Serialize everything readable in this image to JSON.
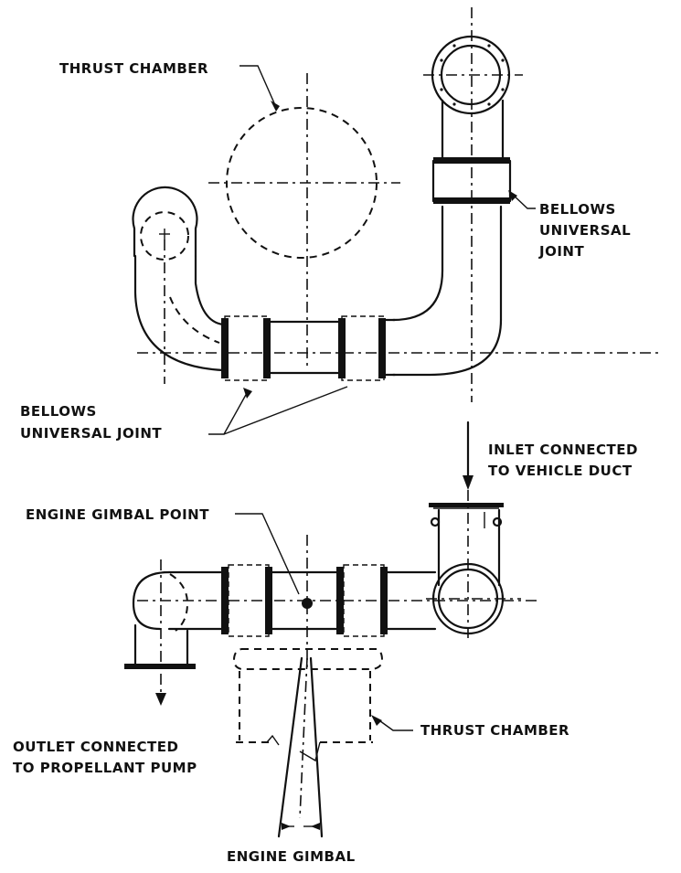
{
  "figure": {
    "type": "engineering-drawing",
    "subject": "Propellant duct with bellows universal joints around engine gimbal",
    "views": [
      "top view",
      "side view"
    ]
  },
  "labels": {
    "thrust_chamber_top": "THRUST CHAMBER",
    "bellows_right_line1": "BELLOWS",
    "bellows_right_line2": "UNIVERSAL",
    "bellows_right_line3": "JOINT",
    "bellows_left_line1": "BELLOWS",
    "bellows_left_line2": "UNIVERSAL JOINT",
    "inlet_line1": "INLET CONNECTED",
    "inlet_line2": "TO VEHICLE DUCT",
    "gimbal_point": "ENGINE GIMBAL POINT",
    "outlet_line1": "OUTLET CONNECTED",
    "outlet_line2": "TO PROPELLANT PUMP",
    "thrust_chamber_side": "THRUST CHAMBER",
    "engine_gimbal": "ENGINE GIMBAL"
  },
  "colors": {
    "ink": "#111111",
    "paper": "#ffffff"
  }
}
